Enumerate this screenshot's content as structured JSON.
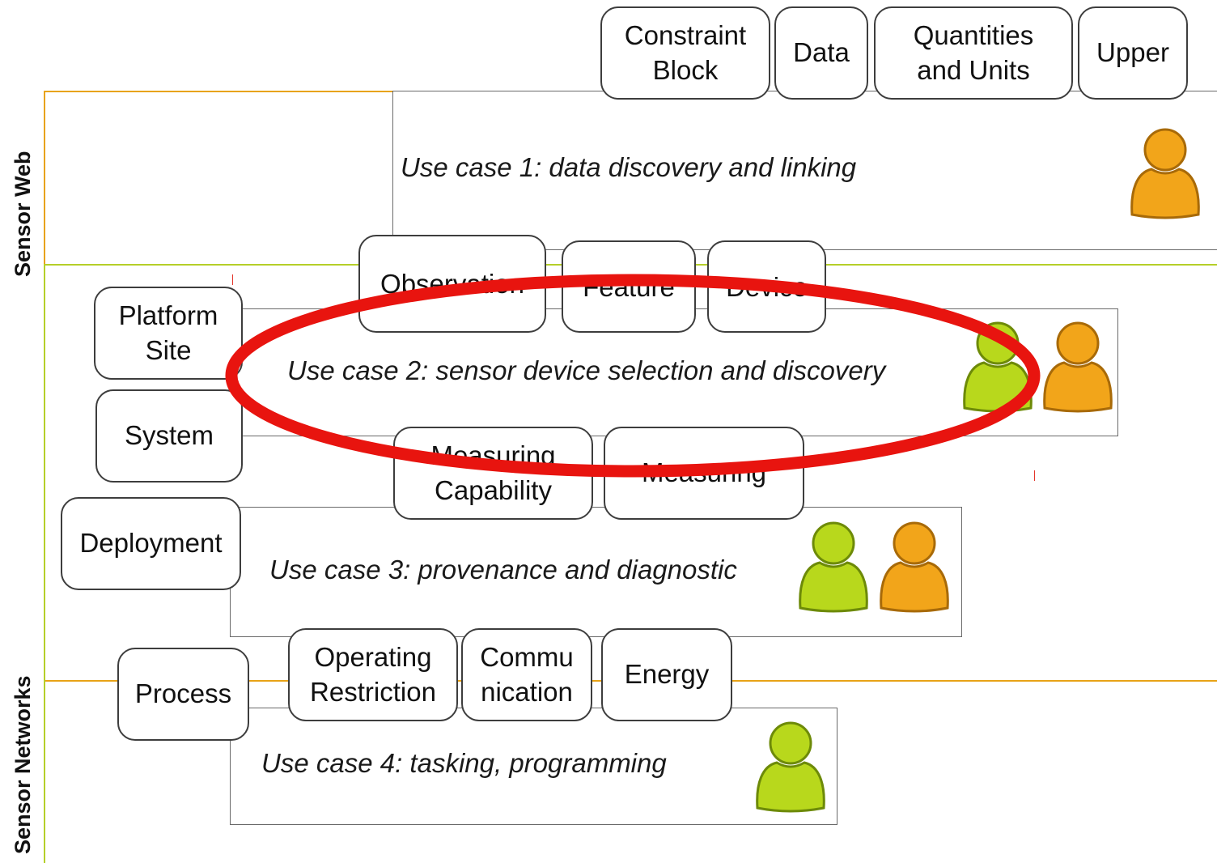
{
  "layers": {
    "sensor_web": "Sensor Web",
    "sensor_networks": "Sensor Networks"
  },
  "use_cases": {
    "uc1": "Use case 1: data discovery and linking",
    "uc2": "Use case 2: sensor device selection and discovery",
    "uc3": "Use case 3: provenance and diagnostic",
    "uc4": "Use case 4: tasking, programming"
  },
  "modules": {
    "constraint_block": "Constraint\nBlock",
    "data": "Data",
    "quantities_and_units": "Quantities\nand Units",
    "upper": "Upper",
    "observation": "Observation",
    "feature": "Feature",
    "device": "Device",
    "platform_site": "Platform\nSite",
    "system": "System",
    "measuring_capability": "Measuring\nCapability",
    "measuring": "Measuring",
    "deployment": "Deployment",
    "process": "Process",
    "operating_restriction": "Operating\nRestriction",
    "communication": "Commu\nnication",
    "energy": "Energy"
  },
  "colors": {
    "layer_line_orange": "#e8a317",
    "layer_line_green": "#b5cf29",
    "highlight_ellipse": "#e8140f",
    "person_orange": "#f2a51a",
    "person_green": "#b8d81c"
  },
  "icons": [
    "person-orange-icon",
    "person-green-icon"
  ]
}
